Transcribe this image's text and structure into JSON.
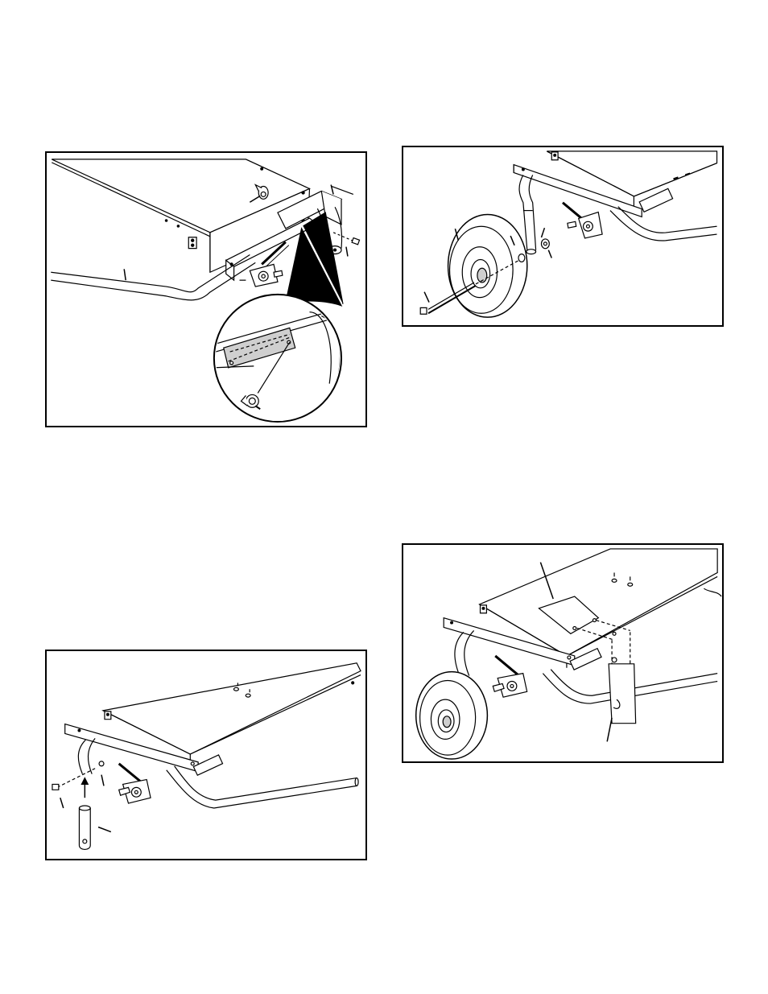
{
  "figures": [
    {
      "id": "fig-tl",
      "content": "handle-attachment-with-detail-inset"
    },
    {
      "id": "fig-tr",
      "content": "wheel-attachment"
    },
    {
      "id": "fig-bl",
      "content": "axle-stand-insertion"
    },
    {
      "id": "fig-br",
      "content": "plate-and-bracket-attachment"
    }
  ],
  "icons": {
    "leader": "leader-line",
    "arrow": "up-arrow",
    "dashed": "dashed-alignment-line"
  },
  "colors": {
    "stroke": "#000000",
    "fill": "#ffffff",
    "shade": "#cfcfcf"
  }
}
